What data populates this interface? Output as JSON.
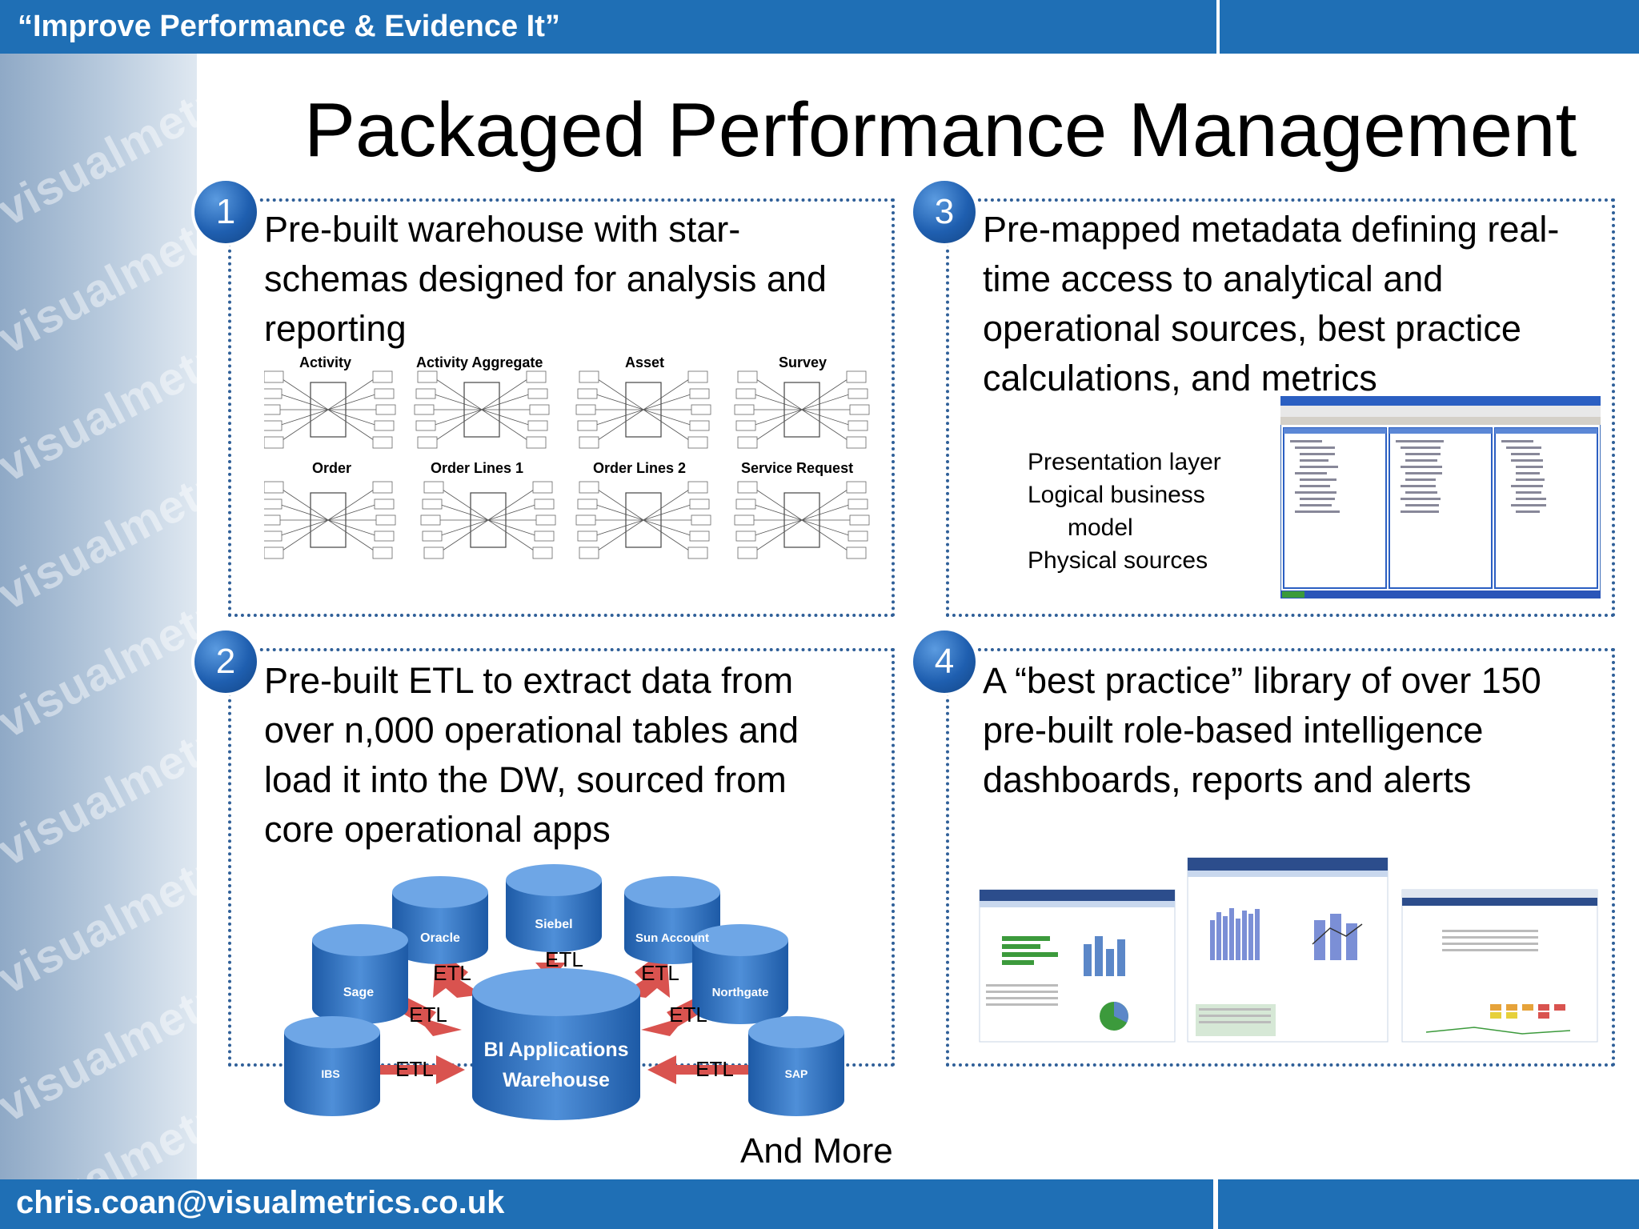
{
  "header": {
    "tagline": "“Improve Performance & Evidence It”"
  },
  "footer": {
    "email": "chris.coan@visualmetrics.co.uk"
  },
  "watermark": "visualmetrics",
  "title": "Packaged Performance Management",
  "panels": [
    {
      "number": "1",
      "lines": [
        "Pre-built warehouse with star-",
        "schemas designed for analysis and",
        "reporting"
      ]
    },
    {
      "number": "2",
      "lines": [
        "Pre-built ETL to extract data from",
        "over n,000 operational tables and",
        "load it into the DW, sourced from",
        "core operational apps"
      ]
    },
    {
      "number": "3",
      "lines": [
        "Pre-mapped metadata defining real-",
        "time access to analytical and",
        "operational sources, best practice",
        "calculations, and metrics"
      ]
    },
    {
      "number": "4",
      "lines": [
        "A “best practice” library of over 150",
        "pre-built role-based intelligence",
        "dashboards, reports and alerts"
      ]
    }
  ],
  "schemas": [
    "Activity",
    "Activity Aggregate",
    "Asset",
    "Survey",
    "Order",
    "Order Lines 1",
    "Order Lines 2",
    "Service Request"
  ],
  "layers": [
    "Presentation layer",
    "Logical business",
    "model",
    "Physical sources"
  ],
  "etl_diagram": {
    "hub": [
      "BI Applications",
      "Warehouse"
    ],
    "sources": [
      "Oracle",
      "Siebel",
      "Sun Account",
      "Sage",
      "Northgate",
      "IBS",
      "SAP"
    ],
    "arrow_label": "ETL"
  },
  "and_more": "And More",
  "colors": {
    "bar": "#1f6fb5",
    "panel_border": "#2f5f98",
    "badge": "#1f5fb0"
  }
}
